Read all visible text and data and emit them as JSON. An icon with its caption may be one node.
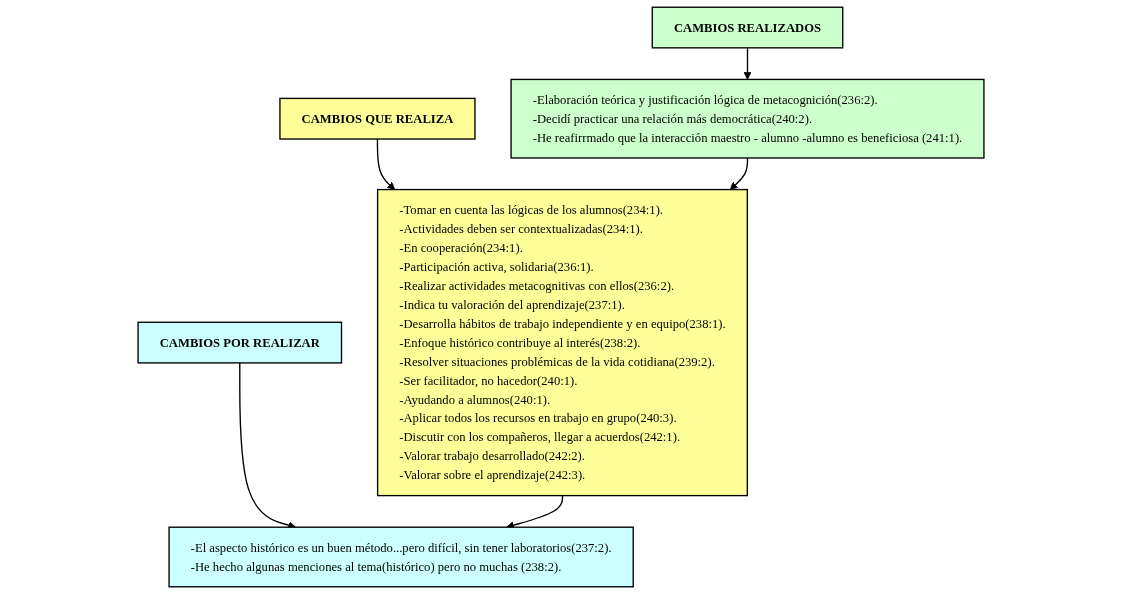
{
  "diagram": {
    "nodes": [
      {
        "text": [
          "CAMBIOS REALIZADOS"
        ]
      },
      {
        "text": [
          "-Elaboración teórica y justificación lógica de metacognición(236:2).",
          "-Decidí practicar una relación más democrática(240:2).",
          "-He reafirrmado que la interacción maestro - alumno -alumno es beneficiosa (241:1)."
        ]
      },
      {
        "text": [
          "CAMBIOS QUE REALIZA"
        ]
      },
      {
        "text": [
          "-Tomar en cuenta las lógicas de los alumnos(234:1).",
          "-Actividades deben ser contextualizadas(234:1).",
          "-En cooperación(234:1).",
          "-Participación activa, solidaria(236:1).",
          "-Realizar actividades metacognitivas con ellos(236:2).",
          "-Indica tu valoración del aprendizaje(237:1).",
          "-Desarrolla hábitos de trabajo independiente y en equipo(238:1).",
          "-Enfoque histórico contribuye al interés(238:2).",
          "-Resolver situaciones problémicas de la vida cotidiana(239:2).",
          "-Ser facilitador, no hacedor(240:1).",
          "-Ayudando a alumnos(240:1).",
          "-Aplicar todos los recursos en trabajo en grupo(240:3).",
          "-Discutir con los compañeros, llegar a acuerdos(242:1).",
          "-Valorar trabajo desarrollado(242:2).",
          "-Valorar sobre el aprendizaje(242:3)."
        ]
      },
      {
        "text": [
          "CAMBIOS POR REALIZAR"
        ]
      },
      {
        "text": [
          "-El aspecto histórico es un buen método...pero difícil, sin tener laboratorios(237:2).",
          "-He hecho algunas menciones al tema(histórico) pero no muchas (238:2)."
        ]
      }
    ],
    "edges": [
      {
        "from": 0,
        "to": 1,
        "arrow": "to"
      },
      {
        "from": 2,
        "to": 3,
        "arrow": "to"
      },
      {
        "from": 4,
        "to": 5,
        "arrow": "to"
      },
      {
        "from": 1,
        "to": 3,
        "arrow": "to"
      },
      {
        "from": 3,
        "to": 5,
        "arrow": "to"
      }
    ]
  }
}
